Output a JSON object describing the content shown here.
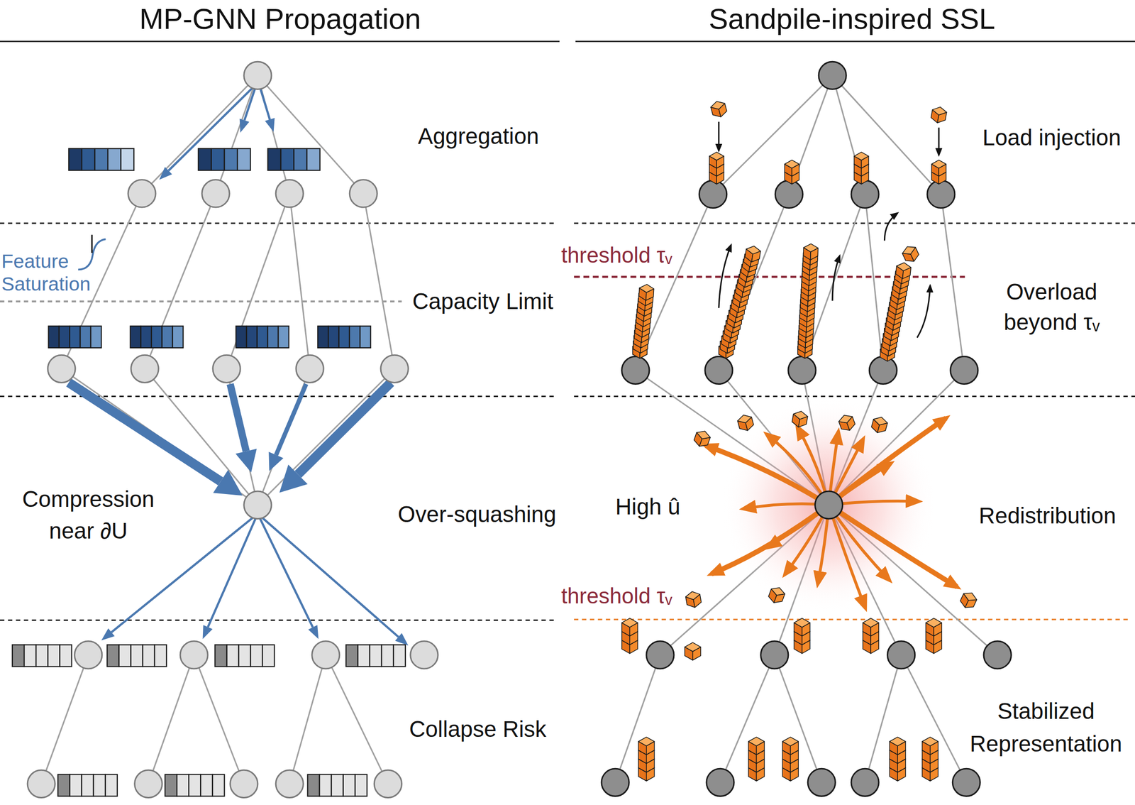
{
  "diagram": {
    "labels": [
      "MP-GNN Propagation",
      "Sandpile-inspired SSL",
      "Aggregation",
      "Feature Saturation",
      "Capacity Limit",
      "Over-squashing",
      "Compression near ∂U",
      "Collapse Risk",
      "Load injection",
      "threshold τᵥ",
      "Overload beyond τᵥ",
      "High û",
      "Redistribution",
      "threshold τᵥ",
      "Stabilized Representation"
    ]
  }
}
